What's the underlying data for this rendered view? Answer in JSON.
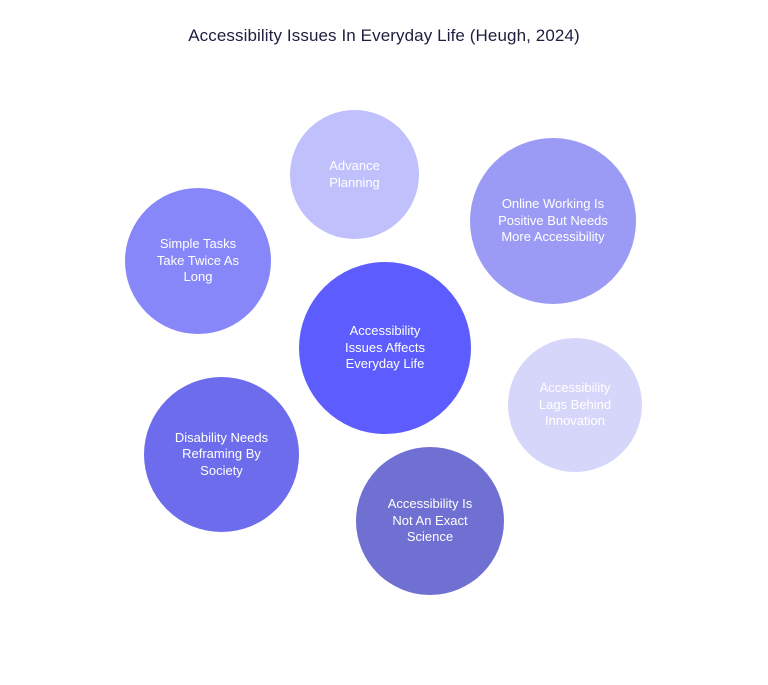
{
  "title": "Accessibility Issues In Everyday Life (Heugh, 2024)",
  "colors": {
    "center": "#5c5cff",
    "advance_planning": "#c0c0fc",
    "online_working": "#9b9bf5",
    "simple_tasks": "#8787fa",
    "lags_behind": "#d6d6fb",
    "disability_reframing": "#6c6cec",
    "not_exact_science": "#7070d2"
  },
  "bubbles": {
    "center": "Accessibility Issues Affects Everyday Life",
    "advance_planning": "Advance Planning",
    "online_working": "Online Working Is Positive But Needs More Accessibility",
    "simple_tasks": "Simple Tasks Take Twice As Long",
    "lags_behind": "Accessibility Lags Behind Innovation",
    "disability_reframing": "Disability Needs Reframing By Society",
    "not_exact_science": "Accessibility Is Not An Exact Science"
  }
}
